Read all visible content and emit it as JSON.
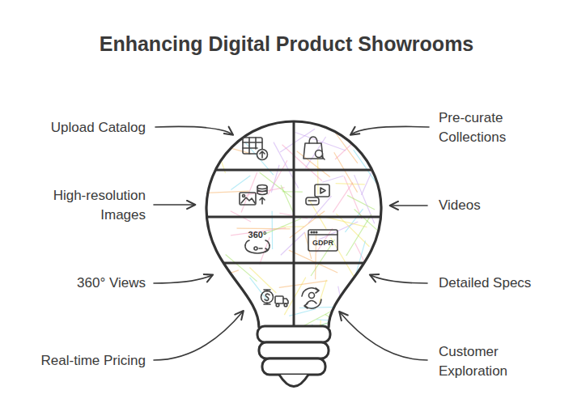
{
  "diagram": {
    "title": "Enhancing Digital Product Showrooms",
    "labels": [
      "Upload Catalog",
      "Pre-curate Collections",
      "High-resolution Images",
      "Videos",
      "360° Views",
      "360°",
      "GDPR",
      "Detailed Specs",
      "Real-time Pricing",
      "Customer Exploration"
    ]
  }
}
